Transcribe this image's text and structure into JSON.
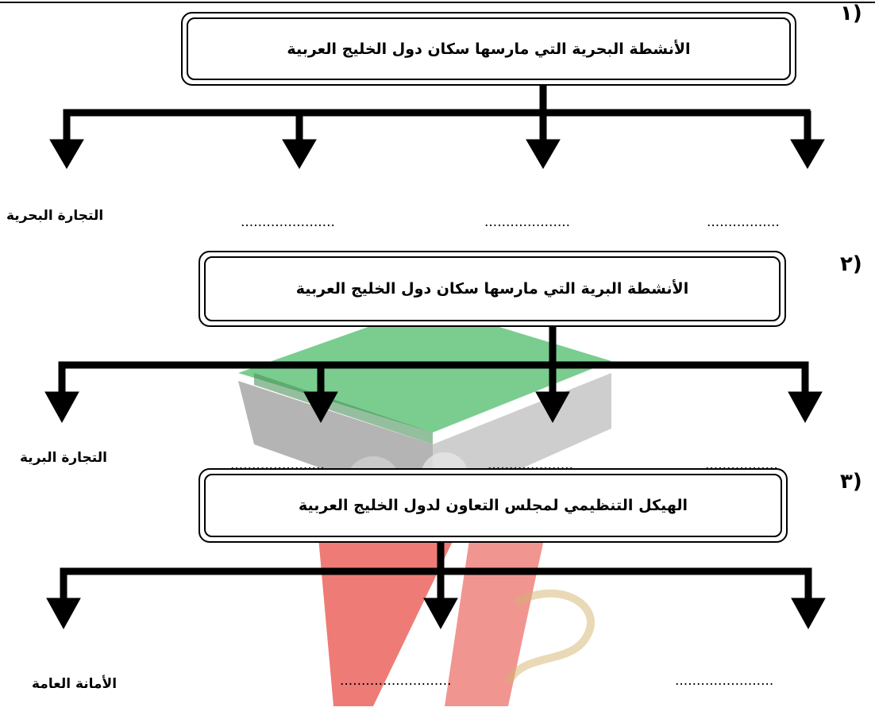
{
  "sections": [
    {
      "number": "١)",
      "title": "الأنشطة البحرية التي مارسها سكان دول الخليج العربية",
      "filled_label": "التجارة البحرية",
      "blanks": [
        "......................",
        "....................",
        "................."
      ]
    },
    {
      "number": "٢)",
      "title": "الأنشطة البرية التي مارسها سكان دول الخليج العربية",
      "filled_label": "التجارة البرية",
      "blanks": [
        "......................",
        "....................",
        "................."
      ]
    },
    {
      "number": "٣)",
      "title": "الهيكل التنظيمي لمجلس التعاون لدول الخليج العربية",
      "filled_label": "الأمانة العامة",
      "blanks": [
        "..........................",
        "......................."
      ]
    }
  ],
  "colors": {
    "ink": "#000000",
    "watermark_green": "#3cb55a",
    "watermark_red": "#e2231a",
    "watermark_grey": "#6b6b6b",
    "watermark_gold": "#c8a24a"
  },
  "icons": {
    "watermark": "graduation-cap-logo-icon"
  }
}
